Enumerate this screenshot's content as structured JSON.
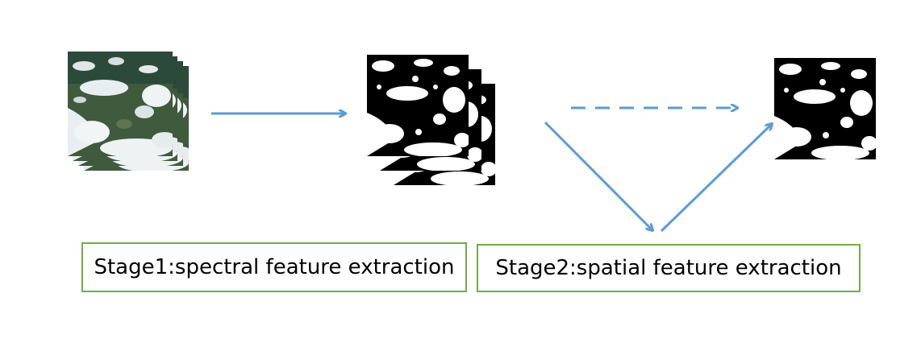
{
  "colors": {
    "arrow": "#5b9bd5",
    "box_border": "#70ad47",
    "mask": "#000000",
    "satellite_land": "#3f5a3c",
    "satellite_cloud": "#e8eef0"
  },
  "nodes": {
    "input_stack": "satellite-image-stack",
    "spectral_stack": "binary-cloud-mask-stack",
    "final_output": "binary-cloud-mask"
  },
  "stages": {
    "stage1": "Stage1:spectral feature extraction",
    "stage2": "Stage2:spatial feature extraction"
  }
}
